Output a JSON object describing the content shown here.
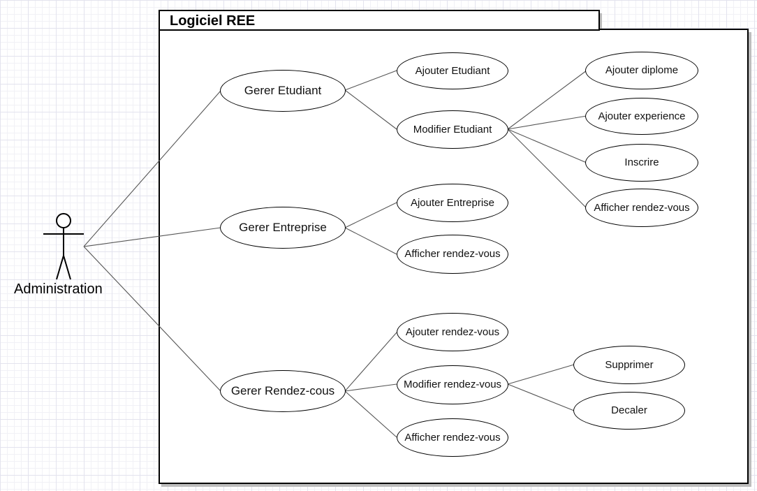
{
  "system": {
    "title": "Logiciel REE"
  },
  "actor": {
    "label": "Administration"
  },
  "use_cases": {
    "gerer_etudiant": "Gerer Etudiant",
    "gerer_entreprise": "Gerer Entreprise",
    "gerer_rdv": "Gerer Rendez-cous",
    "ajouter_etudiant": "Ajouter Etudiant",
    "modifier_etudiant": "Modifier Etudiant",
    "ajouter_diplome": "Ajouter diplome",
    "ajouter_experience": "Ajouter experience",
    "inscrire": "Inscrire",
    "afficher_rdv_etudiant": "Afficher rendez-vous",
    "ajouter_entreprise": "Ajouter Entreprise",
    "afficher_rdv_entreprise": "Afficher rendez-vous",
    "ajouter_rdv": "Ajouter rendez-vous",
    "modifier_rdv": "Modifier rendez-vous",
    "afficher_rdv": "Afficher rendez-vous",
    "supprimer": "Supprimer",
    "decaler": "Decaler"
  }
}
